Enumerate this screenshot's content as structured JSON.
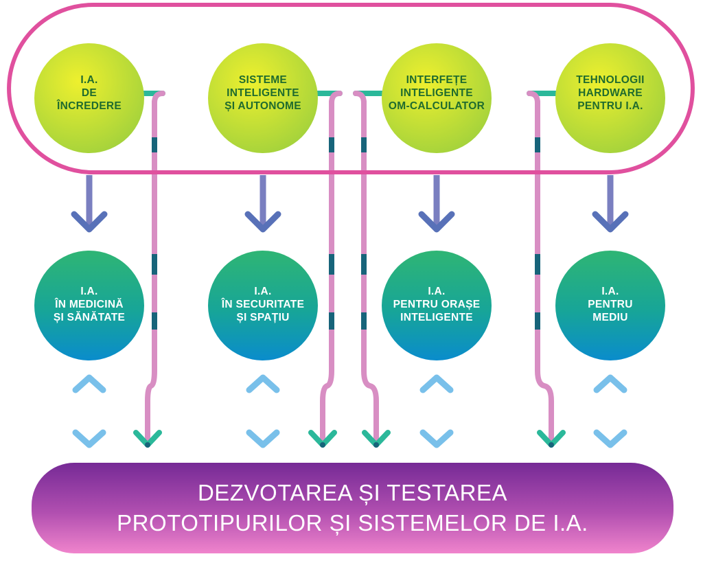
{
  "colors": {
    "outline_pink": "#e0509e",
    "top_circle_light": "#e7ea2a",
    "top_circle_dark": "#a6d33a",
    "top_circle_text": "#1f6b2e",
    "mid_circle_top": "#2fb574",
    "mid_circle_bottom": "#0a8fc8",
    "down_arrow": "#7a7fc0",
    "double_arrow_light": "#79c0ea",
    "double_arrow_mid": "#a8cc55",
    "pink_line": "#d88ec3",
    "teal_arrow": "#2bb89a",
    "base_top": "#7a2e98",
    "base_bottom": "#ee7ec8"
  },
  "top_circles": [
    {
      "lines": [
        "I.A.",
        "DE",
        "ÎNCREDERE"
      ]
    },
    {
      "lines": [
        "SISTEME",
        "INTELIGENTE",
        "ȘI AUTONOME"
      ]
    },
    {
      "lines": [
        "INTERFEȚE",
        "INTELIGENTE",
        "OM-CALCULATOR"
      ]
    },
    {
      "lines": [
        "TEHNOLOGII",
        "HARDWARE",
        "PENTRU I.A."
      ]
    }
  ],
  "middle_circles": [
    {
      "lines": [
        "I.A.",
        "ÎN MEDICINĂ",
        "ȘI SĂNĂTATE"
      ]
    },
    {
      "lines": [
        "I.A.",
        "ÎN SECURITATE",
        "ȘI SPAȚIU"
      ]
    },
    {
      "lines": [
        "I.A.",
        "PENTRU ORAȘE",
        "INTELIGENTE"
      ]
    },
    {
      "lines": [
        "I.A.",
        "PENTRU",
        "MEDIU"
      ]
    }
  ],
  "base": {
    "line1": "DEZVOTAREA ȘI TESTAREA",
    "line2": "PROTOTIPURILOR ȘI SISTEMELOR DE I.A."
  }
}
